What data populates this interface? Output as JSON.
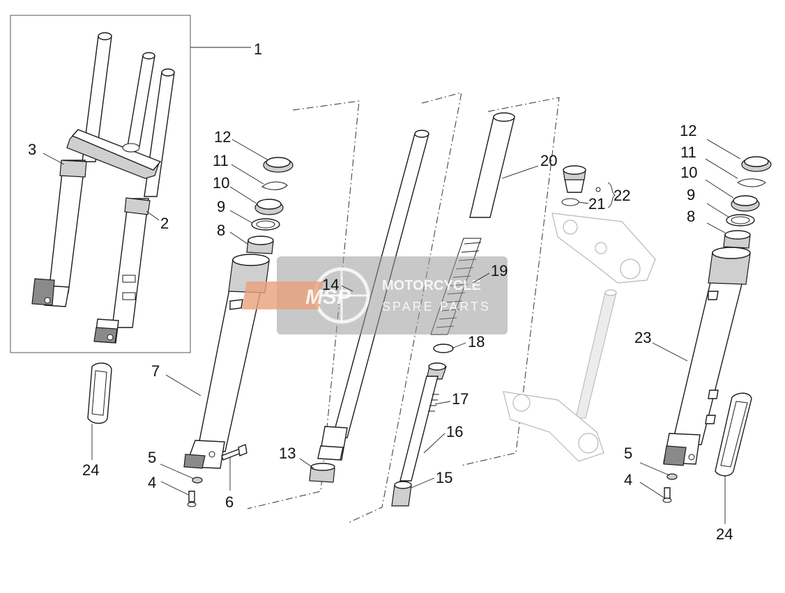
{
  "callouts": {
    "c1": "1",
    "c2": "2",
    "c3": "3",
    "c4a": "4",
    "c4b": "4",
    "c5a": "5",
    "c5b": "5",
    "c6": "6",
    "c7": "7",
    "c8a": "8",
    "c8b": "8",
    "c9a": "9",
    "c9b": "9",
    "c10a": "10",
    "c10b": "10",
    "c11a": "11",
    "c11b": "11",
    "c12a": "12",
    "c12b": "12",
    "c13": "13",
    "c14": "14",
    "c15": "15",
    "c16": "16",
    "c17": "17",
    "c18": "18",
    "c19": "19",
    "c20": "20",
    "c21": "21",
    "c22": "22",
    "c23": "23",
    "c24a": "24",
    "c24b": "24"
  },
  "watermark": {
    "logo": "MSP",
    "line1": "MOTORCYCLE",
    "line2": "SPARE PARTS"
  },
  "colors": {
    "ink": "#1a1a1a",
    "ghost": "#b8b8b8",
    "watermark_band": "#9a9a9a",
    "watermark_logo": "#e8a07a"
  }
}
